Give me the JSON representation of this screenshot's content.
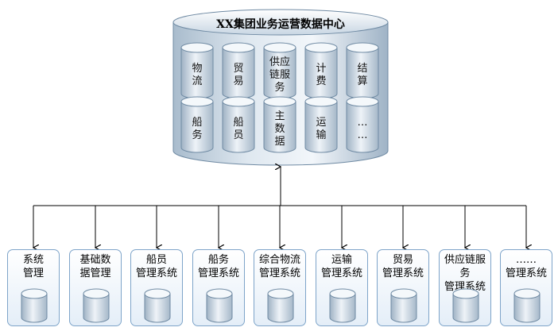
{
  "center": {
    "title": "XX集团业务运营数据中心",
    "modules": [
      "物\n流",
      "贸\n易",
      "供应\n链服\n务",
      "计\n费",
      "结\n算",
      "船\n务",
      "船\n员",
      "主\n数\n据",
      "运\n输",
      "…\n…"
    ]
  },
  "systems": [
    "系统\n管理",
    "基础数\n据管理",
    "船员\n管理系统",
    "船务\n管理系统",
    "综合物流\n管理系统",
    "运输\n管理系统",
    "贸易\n管理系统",
    "供应链服务\n管理系统",
    "……\n管理系统"
  ]
}
